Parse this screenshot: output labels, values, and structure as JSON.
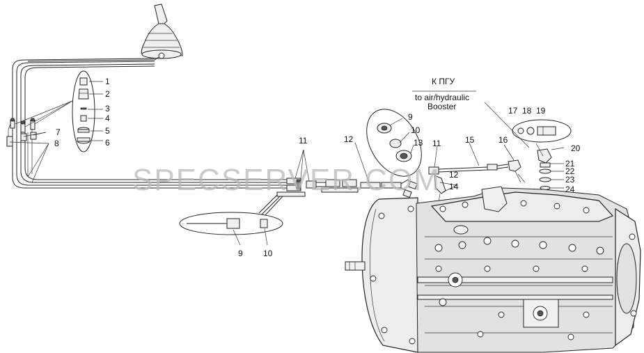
{
  "watermark": "SPECSERVER.COM",
  "annotation": {
    "ru": "К ПГУ",
    "en_line1": "to air/hydraulic",
    "en_line2": "Booster"
  },
  "callouts": [
    {
      "id": "c1",
      "text": "1"
    },
    {
      "id": "c2",
      "text": "2"
    },
    {
      "id": "c3",
      "text": "3"
    },
    {
      "id": "c4",
      "text": "4"
    },
    {
      "id": "c5",
      "text": "5"
    },
    {
      "id": "c6",
      "text": "6"
    },
    {
      "id": "c7",
      "text": "7"
    },
    {
      "id": "c8",
      "text": "8"
    },
    {
      "id": "c9a",
      "text": "9"
    },
    {
      "id": "c10a",
      "text": "10"
    },
    {
      "id": "c13",
      "text": "13"
    },
    {
      "id": "c11a",
      "text": "11"
    },
    {
      "id": "c12a",
      "text": "12"
    },
    {
      "id": "c11b",
      "text": "11"
    },
    {
      "id": "c15",
      "text": "15"
    },
    {
      "id": "c16",
      "text": "16"
    },
    {
      "id": "c12b",
      "text": "12"
    },
    {
      "id": "c14",
      "text": "14"
    },
    {
      "id": "c17",
      "text": "17"
    },
    {
      "id": "c18",
      "text": "18"
    },
    {
      "id": "c19",
      "text": "19"
    },
    {
      "id": "c20",
      "text": "20"
    },
    {
      "id": "c21",
      "text": "21"
    },
    {
      "id": "c22",
      "text": "22"
    },
    {
      "id": "c23",
      "text": "23"
    },
    {
      "id": "c24",
      "text": "24"
    },
    {
      "id": "c9b",
      "text": "9"
    },
    {
      "id": "c10b",
      "text": "10"
    }
  ]
}
